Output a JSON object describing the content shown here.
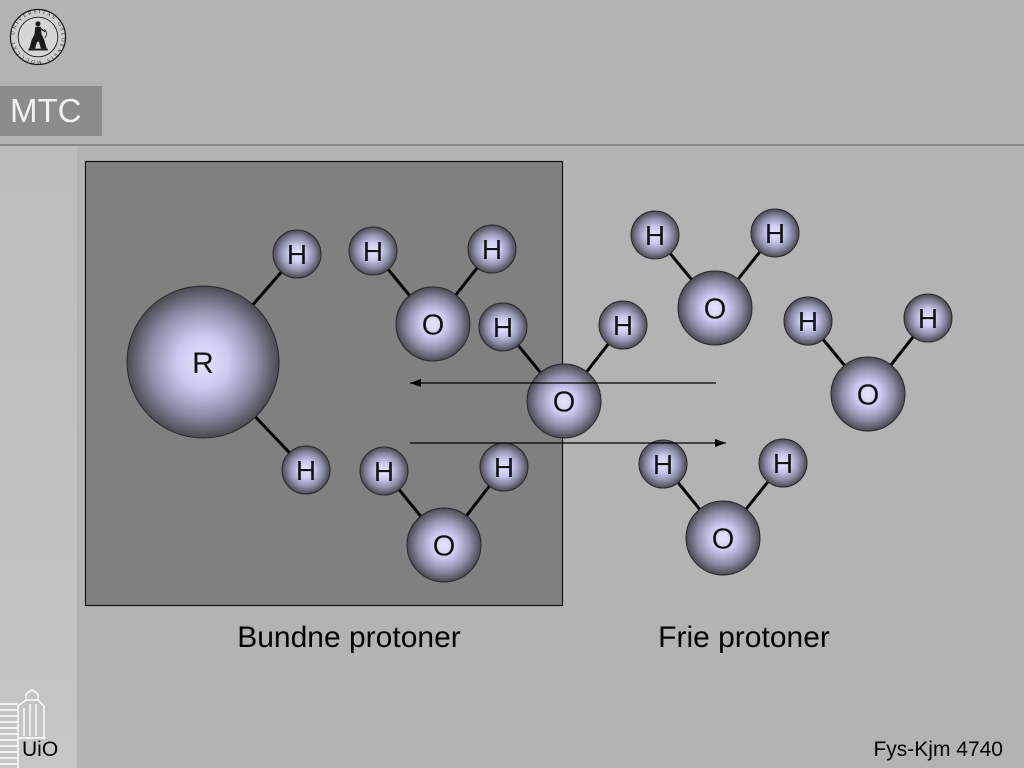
{
  "header": {
    "logo_icon": "university-seal-icon",
    "logo_lettering": "UNIVERSITAS OSLOENSIS MDCCCXI",
    "section_tag": "MTC"
  },
  "diagram": {
    "bound_region": {
      "caption": "Bundne protoner",
      "macromolecule": {
        "label": "R",
        "protons": [
          "H",
          "H"
        ]
      },
      "water_molecules": [
        {
          "oxygen": "O",
          "hydrogens": [
            "H",
            "H"
          ]
        },
        {
          "oxygen": "O",
          "hydrogens": [
            "H",
            "H"
          ]
        }
      ]
    },
    "exchanging_water_molecule": {
      "oxygen": "O",
      "hydrogens": [
        "H",
        "H"
      ]
    },
    "free_region": {
      "caption": "Frie protoner",
      "water_molecules": [
        {
          "oxygen": "O",
          "hydrogens": [
            "H",
            "H"
          ]
        },
        {
          "oxygen": "O",
          "hydrogens": [
            "H",
            "H"
          ]
        },
        {
          "oxygen": "O",
          "hydrogens": [
            "H",
            "H"
          ]
        }
      ]
    }
  },
  "footer": {
    "logo_icon": "uio-building-icon",
    "institution": "UiO",
    "course": "Fys-Kjm 4740"
  },
  "colors": {
    "slide_background": "#b3b3b3",
    "sidebar": "#c6c6c6",
    "rule": "#8a8a8a",
    "tag_background": "#8c8c8c",
    "bound_region": "#808080",
    "sphere_highlight": "#e4e4ff",
    "sphere_light": "#cacaf0",
    "sphere_mid": "#8e8eaa",
    "sphere_shadow": "#4a4a52"
  }
}
